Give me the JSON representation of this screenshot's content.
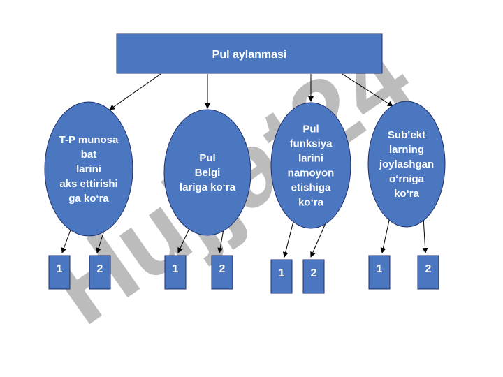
{
  "watermark": {
    "text": "Hujjat24",
    "color_gray": "#b9b9b9",
    "color_purple": "#8f7fe8"
  },
  "colors": {
    "fill": "#4a77c0",
    "stroke": "#1f2f6b",
    "line": "#000000",
    "text": "#ffffff"
  },
  "root": {
    "label": "Pul aylanmasi"
  },
  "categories": [
    {
      "lines": [
        "T-P munosa",
        "bat",
        "larini",
        "aks ettirishi",
        "ga ko‘ra"
      ],
      "children": [
        "1",
        "2"
      ]
    },
    {
      "lines": [
        "Pul",
        "Belgi",
        "lariga ko‘ra"
      ],
      "children": [
        "1",
        "2"
      ]
    },
    {
      "lines": [
        "Pul",
        "funksiya",
        "larini",
        "namoyon",
        "etishiga",
        "ko‘ra"
      ],
      "children": [
        "1",
        "2"
      ]
    },
    {
      "lines": [
        "Sub’ekt",
        "larning",
        "joylashgan",
        "o‘rniga",
        "ko‘ra"
      ],
      "children": [
        "1",
        "2"
      ]
    }
  ]
}
